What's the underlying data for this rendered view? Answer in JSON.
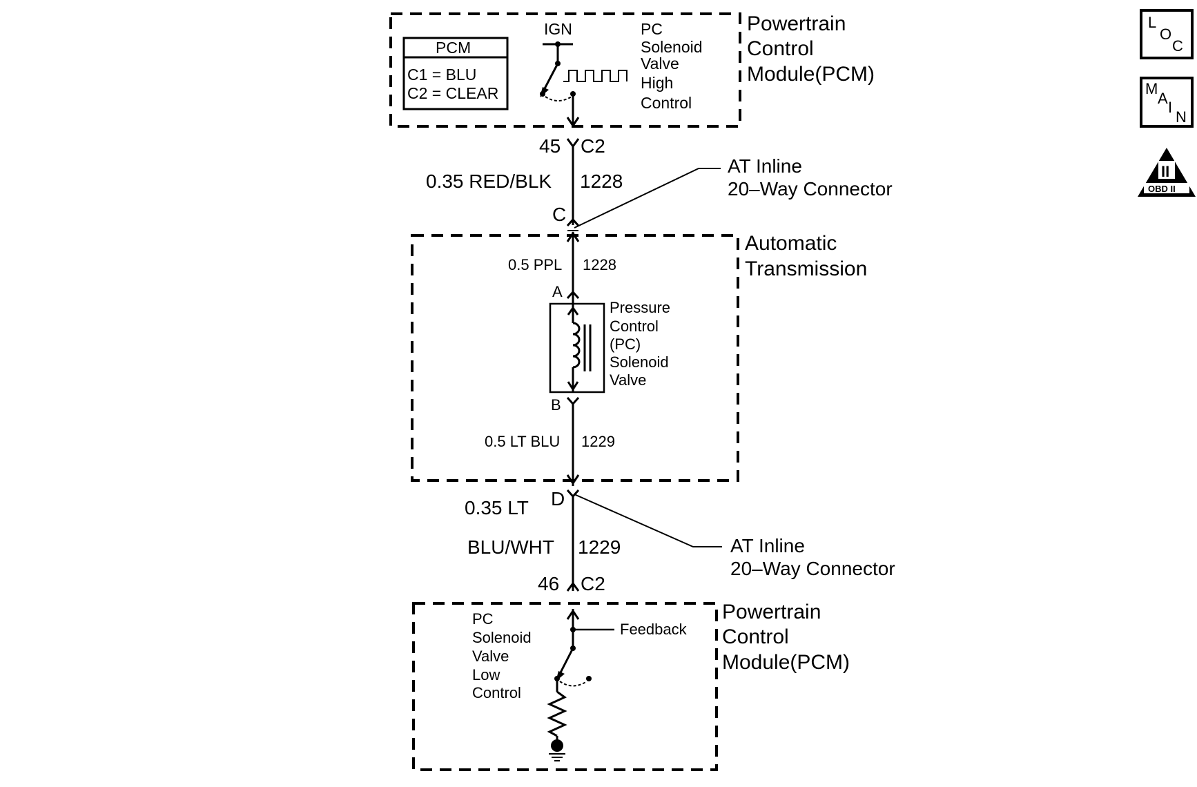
{
  "pcm_top": {
    "title_line1": "Powertrain",
    "title_line2": "Control",
    "title_line3": "Module(PCM)",
    "legend_title": "PCM",
    "legend_line1": "C1 = BLU",
    "legend_line2": "C2 = CLEAR",
    "ign_label": "IGN",
    "driver_label": [
      "PC",
      "Solenoid",
      "Valve",
      "High",
      "Control"
    ]
  },
  "wire_high": {
    "pin": "45",
    "connector": "C2",
    "gauge_color": "0.35 RED/BLK",
    "circuit": "1228",
    "inline_terminal": "C"
  },
  "inline_connector_top": {
    "line1": "AT Inline",
    "line2": "20–Way Connector"
  },
  "transmission": {
    "title_line1": "Automatic",
    "title_line2": "Transmission",
    "wire_a": {
      "gauge_color": "0.5 PPL",
      "circuit": "1228",
      "terminal": "A"
    },
    "solenoid_label": [
      "Pressure",
      "Control",
      "(PC)",
      "Solenoid",
      "Valve"
    ],
    "wire_b": {
      "gauge_color": "0.5 LT BLU",
      "circuit": "1229",
      "terminal": "B"
    }
  },
  "wire_low": {
    "inline_terminal": "D",
    "gauge_color_line1": "0.35 LT",
    "gauge_color_line2": "BLU/WHT",
    "circuit": "1229",
    "pin": "46",
    "connector": "C2"
  },
  "inline_connector_bottom": {
    "line1": "AT Inline",
    "line2": "20–Way Connector"
  },
  "pcm_bottom": {
    "title_line1": "Powertrain",
    "title_line2": "Control",
    "title_line3": "Module(PCM)",
    "driver_label": [
      "PC",
      "Solenoid",
      "Valve",
      "Low",
      "Control"
    ],
    "feedback_label": "Feedback"
  },
  "side_icons": {
    "loc": {
      "l1": "L",
      "l2": "O",
      "l3": "C"
    },
    "main": {
      "l1": "M",
      "l2": "A",
      "l3": "I",
      "l4": "N"
    },
    "obd": {
      "numeral": "II",
      "caption": "OBD II"
    }
  }
}
